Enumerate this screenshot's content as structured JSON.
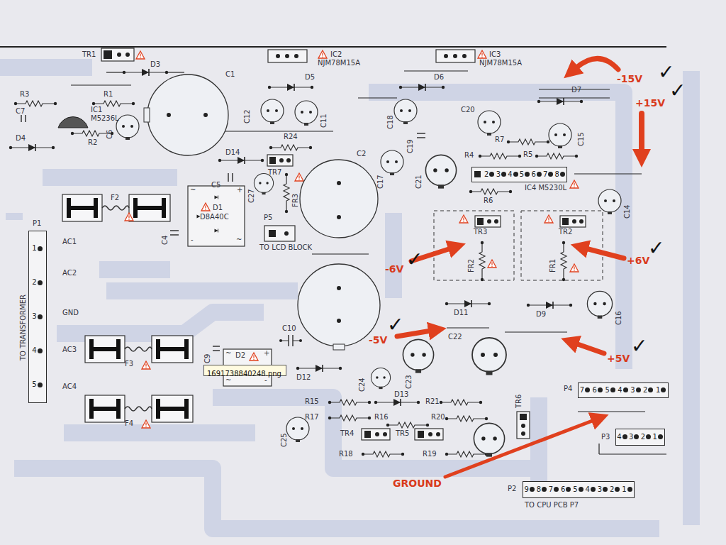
{
  "diagram": {
    "nodes": [
      {
        "text": [
          "1",
          "2",
          "3",
          "4",
          "5"
        ]
      },
      {
        "text": [
          "7",
          "6",
          "5",
          "4",
          "3",
          "2",
          "1"
        ]
      },
      {
        "text": [
          "4",
          "3",
          "2",
          "1"
        ]
      },
      {
        "text": [
          "9",
          "8",
          "7",
          "6",
          "5",
          "4",
          "3",
          "2",
          "1"
        ]
      },
      {
        "text": [
          "2",
          "3",
          "4",
          "5",
          "6",
          "7",
          "8"
        ]
      },
      {
        "text": [
          "1691738840248.png"
        ]
      }
    ],
    "labels": [
      "TR1",
      "D3",
      "R3",
      "R1",
      "C1",
      "C7",
      "IC1",
      "M5236L",
      "R2",
      "C6",
      "D4",
      "IC2",
      "NJM78M15A",
      "C12",
      "D5",
      "C11",
      "R24",
      "D14",
      "TR7",
      "C5",
      "IC3",
      "NJM78M15A",
      "D6",
      "C18",
      "C19",
      "C20",
      "D7",
      "R7",
      "R4",
      "R5",
      "C15",
      "C17",
      "C21",
      "C27",
      "FR3",
      "D1",
      "D8A40C",
      "F2",
      "P5",
      "TO LCD BLOCK",
      "C4",
      "C2",
      "C14",
      "TR3",
      "TR2",
      "FR2",
      "FR1",
      "R6",
      "IC4 M5230L",
      "D11",
      "D9",
      "C16",
      "C22",
      "C10",
      "C9",
      "D2",
      "D12",
      "C24",
      "C23",
      "D13",
      "R15",
      "R21",
      "R17",
      "R16",
      "R20",
      "TR6",
      "TR4",
      "TR5",
      "R18",
      "R19",
      "C25",
      "F3",
      "F4",
      "TO CPU PCB P7",
      "P4",
      "P3",
      "P2",
      "AC1",
      "AC2",
      "GND",
      "AC3",
      "AC4",
      "TO TRANSFORMER",
      "P1",
      "-15V",
      "✓",
      "+15V",
      "✓",
      "-6V",
      "✓",
      "+6V",
      "✓",
      "-5V",
      "✓",
      "+5V",
      "✓",
      "GROUND",
      "~",
      "+",
      "-",
      "~",
      "~",
      "+",
      "~",
      "-"
    ]
  }
}
